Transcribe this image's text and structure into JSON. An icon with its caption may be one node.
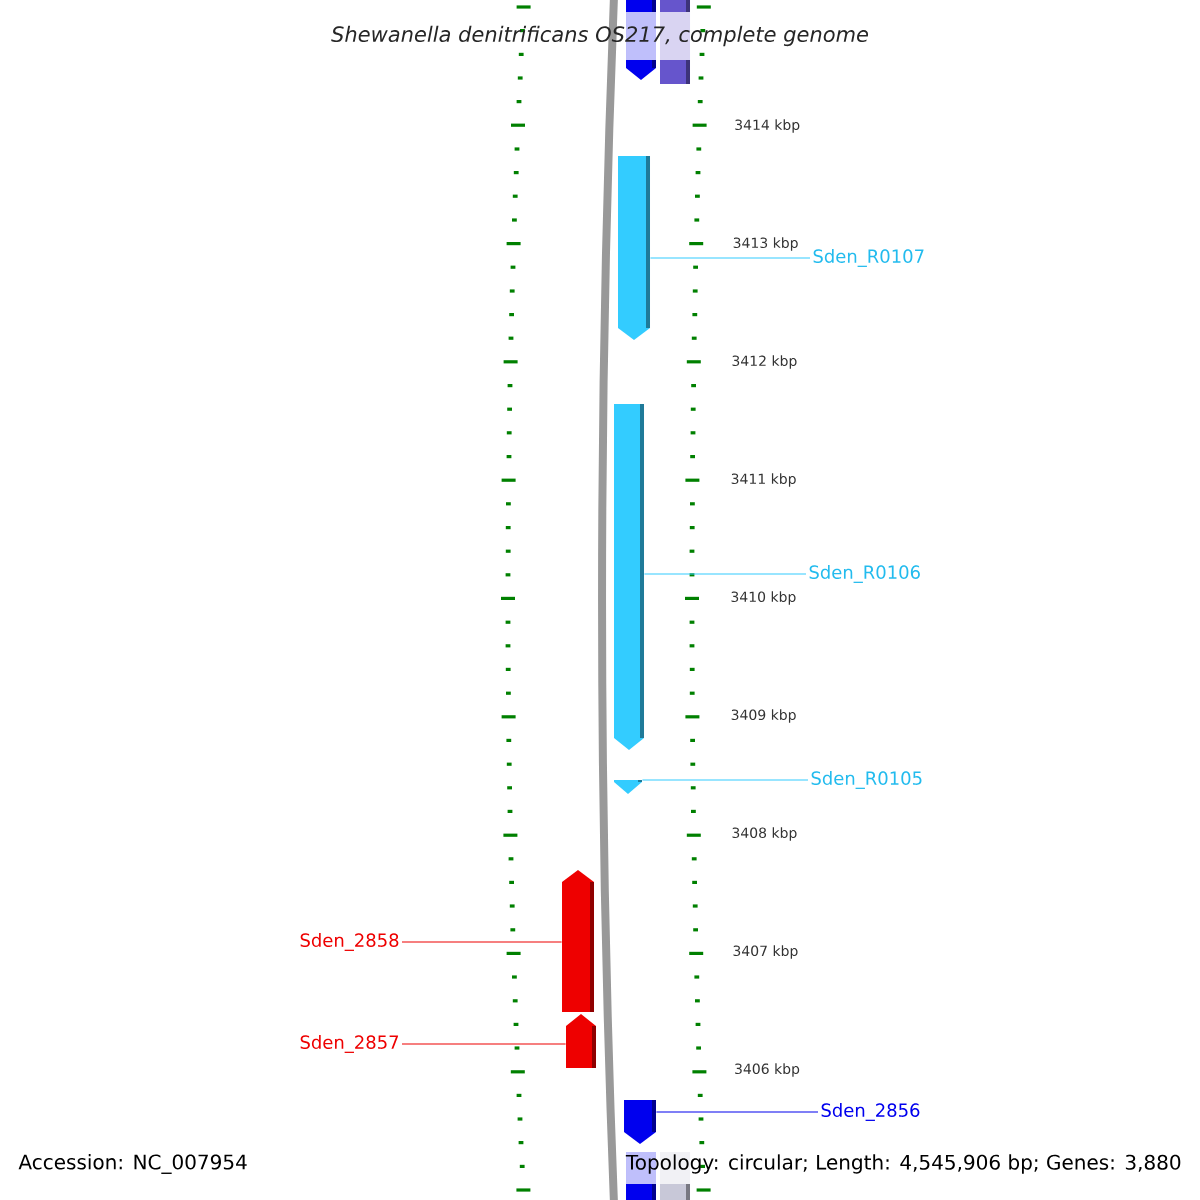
{
  "diagram": {
    "title": "Shewanella denitrificans OS217, complete genome",
    "nodes": [
      {
        "text": [],
        "shape": "box"
      },
      {
        "text": [],
        "shape": "box"
      },
      {
        "text": [
          "Sden_R0107"
        ]
      },
      {
        "text": [],
        "shape": "box"
      },
      {
        "text": [
          "Sden_R0106"
        ]
      },
      {
        "text": [],
        "shape": "box"
      },
      {
        "text": [
          "Sden_R0105"
        ]
      },
      {
        "text": [],
        "shape": "box"
      },
      {
        "text": [
          "Sden_2858"
        ]
      },
      {
        "text": [],
        "shape": "box"
      },
      {
        "text": [
          "Sden_2857"
        ]
      },
      {
        "text": [],
        "shape": "box"
      },
      {
        "text": [
          "Sden_2856"
        ]
      },
      {
        "text": [],
        "shape": "box"
      },
      {
        "text": [],
        "shape": "bar"
      },
      {
        "text": [],
        "shape": "bar"
      }
    ],
    "edges": [
      {
        "from": 2,
        "to": 3,
        "arrow": "none"
      },
      {
        "from": 4,
        "to": 5,
        "arrow": "none"
      },
      {
        "from": 6,
        "to": 7,
        "arrow": "none"
      },
      {
        "from": 8,
        "to": 9,
        "arrow": "none",
        "color": "#ee0000"
      },
      {
        "from": 10,
        "to": 11,
        "arrow": "none",
        "color": "#ee0000"
      },
      {
        "from": 12,
        "to": 13,
        "arrow": "none",
        "color": "#0000ee"
      }
    ],
    "labels": [
      "3414 kbp",
      "3413 kbp",
      "3412 kbp",
      "3411 kbp",
      "3410 kbp",
      "3409 kbp",
      "3408 kbp",
      "3407 kbp",
      "3406 kbp",
      "Accession: NC_007954",
      "Topology: circular; Length: 4,545,906 bp; Genes: 3,880"
    ]
  }
}
